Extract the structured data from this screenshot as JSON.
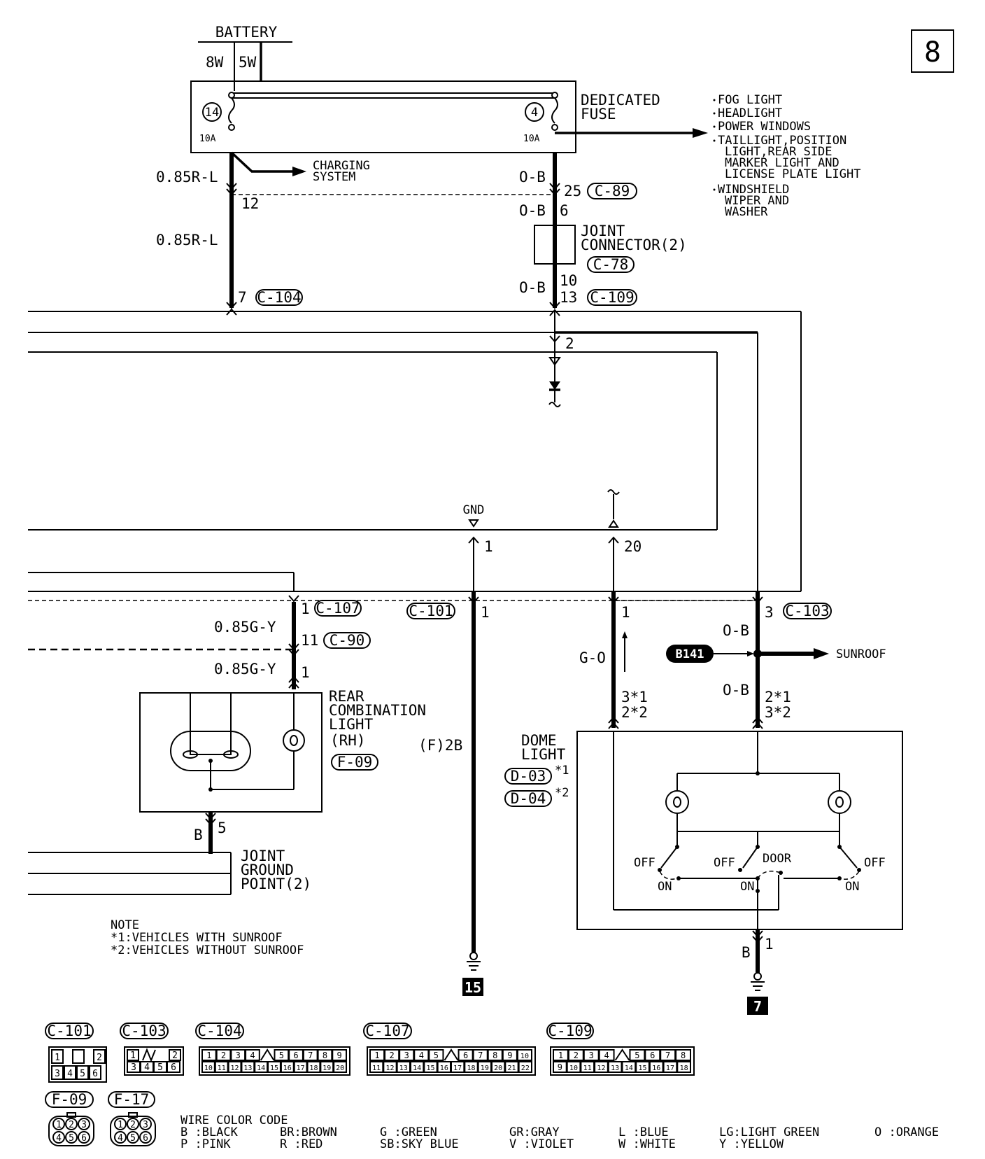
{
  "page_number": "8",
  "battery": {
    "label": "BATTERY",
    "wire_left": "8W",
    "wire_right": "5W"
  },
  "fuse": {
    "label_line1": "DEDICATED",
    "label_line2": "FUSE",
    "left_num": "14",
    "left_amp": "10A",
    "right_num": "4",
    "right_amp": "10A"
  },
  "fuse_feeds": [
    "FOG LIGHT",
    "HEADLIGHT",
    "POWER WINDOWS",
    "TAILLIGHT,POSITION",
    "LIGHT,REAR SIDE",
    "MARKER LIGHT AND",
    "LICENSE PLATE LIGHT",
    "WINDSHIELD",
    "WIPER AND",
    "WASHER"
  ],
  "charging": {
    "line1": "CHARGING",
    "line2": "SYSTEM"
  },
  "wires": {
    "r_l_1": "0.85R-L",
    "r_l_2": "0.85R-L",
    "pin_12": "12",
    "ob_1": "O-B",
    "ob_2": "O-B",
    "ob_3": "O-B",
    "ob_4": "O-B",
    "ob_5": "O-B",
    "pin_25": "25",
    "pin_6": "6",
    "pin_10": "10",
    "pin_13": "13",
    "pin_7": "7",
    "pin_2": "2",
    "gy_1": "0.85G-Y",
    "gy_2": "0.85G-Y",
    "pin_1a": "1",
    "pin_11": "11",
    "pin_1b": "1",
    "go": "G-O",
    "pin_1c": "1",
    "pin_3": "3",
    "pin_1d": "1",
    "pin_20": "20",
    "pin_1e": "1",
    "b_1": "B",
    "pin_5": "5",
    "b_2": "B",
    "pin_1f": "1",
    "f2b": "(F)2B",
    "gnd": "GND",
    "pin_3s1": "3*1",
    "pin_2s2": "2*2",
    "pin_2s1": "2*1",
    "pin_3s2": "3*2"
  },
  "connectors": {
    "c89": "C-89",
    "c78": "C-78",
    "c109": "C-109",
    "c104": "C-104",
    "c107": "C-107",
    "c90": "C-90",
    "c101": "C-101",
    "c103": "C-103",
    "f09": "F-09",
    "d03": "D-03",
    "d04": "D-04",
    "s1": "*1",
    "s2": "*2"
  },
  "joint_connector": {
    "line1": "JOINT",
    "line2": "CONNECTOR(2)"
  },
  "rear_combo": {
    "line1": "REAR",
    "line2": "COMBINATION",
    "line3": "LIGHT",
    "line4": "(RH)"
  },
  "joint_ground": {
    "line1": "JOINT",
    "line2": "GROUND",
    "line3": "POINT(2)"
  },
  "dome": {
    "line1": "DOME",
    "line2": "LIGHT",
    "off1": "OFF",
    "off2": "OFF",
    "off3": "OFF",
    "on1": "ON",
    "on2": "ON",
    "on3": "ON",
    "door": "DOOR"
  },
  "splice": {
    "label": "B141",
    "target": "SUNROOF"
  },
  "grounds": {
    "g15": "15",
    "g7": "7"
  },
  "note": {
    "title": "NOTE",
    "line1": "*1:VEHICLES WITH SUNROOF",
    "line2": "*2:VEHICLES WITHOUT SUNROOF"
  },
  "legend_connectors": {
    "c101": {
      "name": "C-101",
      "row1": [
        "1",
        "",
        "2"
      ],
      "row2": [
        "3",
        "4",
        "5",
        "6"
      ]
    },
    "c103": {
      "name": "C-103",
      "row1": [
        "1",
        "",
        "2"
      ],
      "row2": [
        "3",
        "4",
        "5",
        "6"
      ]
    },
    "c104": {
      "name": "C-104",
      "row1": [
        "1",
        "2",
        "3",
        "4",
        "",
        "5",
        "6",
        "7",
        "8",
        "9"
      ],
      "row2": [
        "10",
        "11",
        "12",
        "13",
        "14",
        "15",
        "16",
        "17",
        "18",
        "19",
        "20"
      ]
    },
    "c107": {
      "name": "C-107",
      "row1": [
        "1",
        "2",
        "3",
        "4",
        "5",
        "",
        "6",
        "7",
        "8",
        "9",
        "10"
      ],
      "row2": [
        "11",
        "12",
        "13",
        "14",
        "15",
        "16",
        "17",
        "18",
        "19",
        "20",
        "21",
        "22"
      ]
    },
    "c109": {
      "name": "C-109",
      "row1": [
        "1",
        "2",
        "3",
        "4",
        "",
        "5",
        "6",
        "7",
        "8"
      ],
      "row2": [
        "9",
        "10",
        "11",
        "12",
        "13",
        "14",
        "15",
        "16",
        "17",
        "18"
      ]
    },
    "f09": {
      "name": "F-09",
      "pins": [
        "1",
        "2",
        "3",
        "4",
        "5",
        "6"
      ]
    },
    "f17": {
      "name": "F-17",
      "pins": [
        "1",
        "2",
        "3",
        "4",
        "5",
        "6"
      ]
    }
  },
  "wire_color_code": {
    "title": "WIRE COLOR CODE",
    "entries": [
      "B :BLACK",
      "BR:BROWN",
      "G :GREEN",
      "GR:GRAY",
      "L :BLUE",
      "LG:LIGHT GREEN",
      "O :ORANGE",
      "P :PINK",
      "R :RED",
      "SB:SKY BLUE",
      "V :VIOLET",
      "W :WHITE",
      "Y :YELLOW"
    ]
  }
}
